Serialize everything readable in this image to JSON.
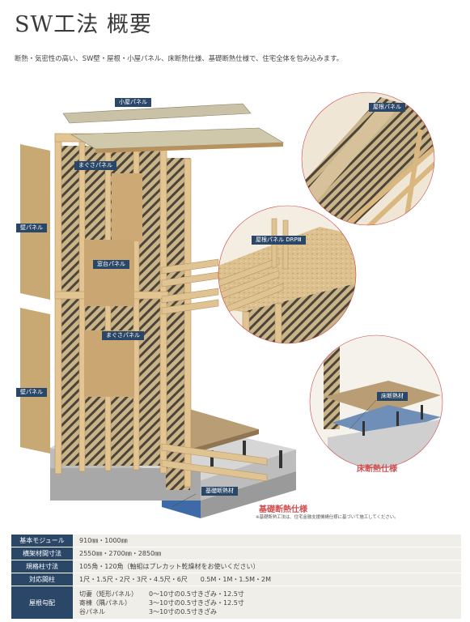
{
  "title": "SW工法 概要",
  "subtitle": "断熱・気密性の高い、SW壁・屋根・小屋パネル、床断熱仕様、基礎断熱仕様で、住宅全体を包み込みます。",
  "labels": {
    "koya_panel": "小屋パネル",
    "magusa_panel_top": "まぐさパネル",
    "kabe_panel_top": "壁パネル",
    "madodai_panel": "窓台パネル",
    "magusa_panel_bottom": "まぐさパネル",
    "kabe_panel_bottom": "壁パネル",
    "kiso_dannetsuzai": "基礎断熱材",
    "yane_panel": "屋根パネル",
    "yane_panel_drp": "屋根パネル DRPⅢ",
    "yuka_dannetsuzai": "床断熱材",
    "yuka_dannetsu_shiyou": "床断熱仕様",
    "kiso_dannetsu_shiyou": "基礎断熱仕様"
  },
  "note": "※基礎断熱工法は、住宅金融支援機構仕様に基づいて施工してください。",
  "spec_table": {
    "module": {
      "label": "基本モジュール",
      "value": "910㎜・1000㎜"
    },
    "yokogaku": {
      "label": "横架材間寸法",
      "value": "2550㎜・2700㎜・2850㎜"
    },
    "hashira": {
      "label": "規格柱寸法",
      "value": "105角・120角（軸組はプレカット乾燥材をお使いください）"
    },
    "kenma": {
      "label": "対応間柱",
      "value": "1尺・1.5尺・2尺・3尺・4.5尺・6尺　　0.5M・1M・1.5M・2M"
    },
    "roof": {
      "label": "屋根勾配",
      "rows": [
        {
          "type": "切妻（矩形パネル）",
          "value": "0～10寸の0.5寸きざみ・12.5寸"
        },
        {
          "type": "寄棟（隅パネル）",
          "value": "3～10寸の0.5寸きざみ・12.5寸"
        },
        {
          "type": "谷パネル",
          "value": "3～10寸の0.5寸きざみ"
        }
      ]
    }
  },
  "colors": {
    "label_bg": "#2b4768",
    "accent_red": "#d0504f",
    "wood": "#d9b98a",
    "table_bg": "#f0eee9"
  }
}
